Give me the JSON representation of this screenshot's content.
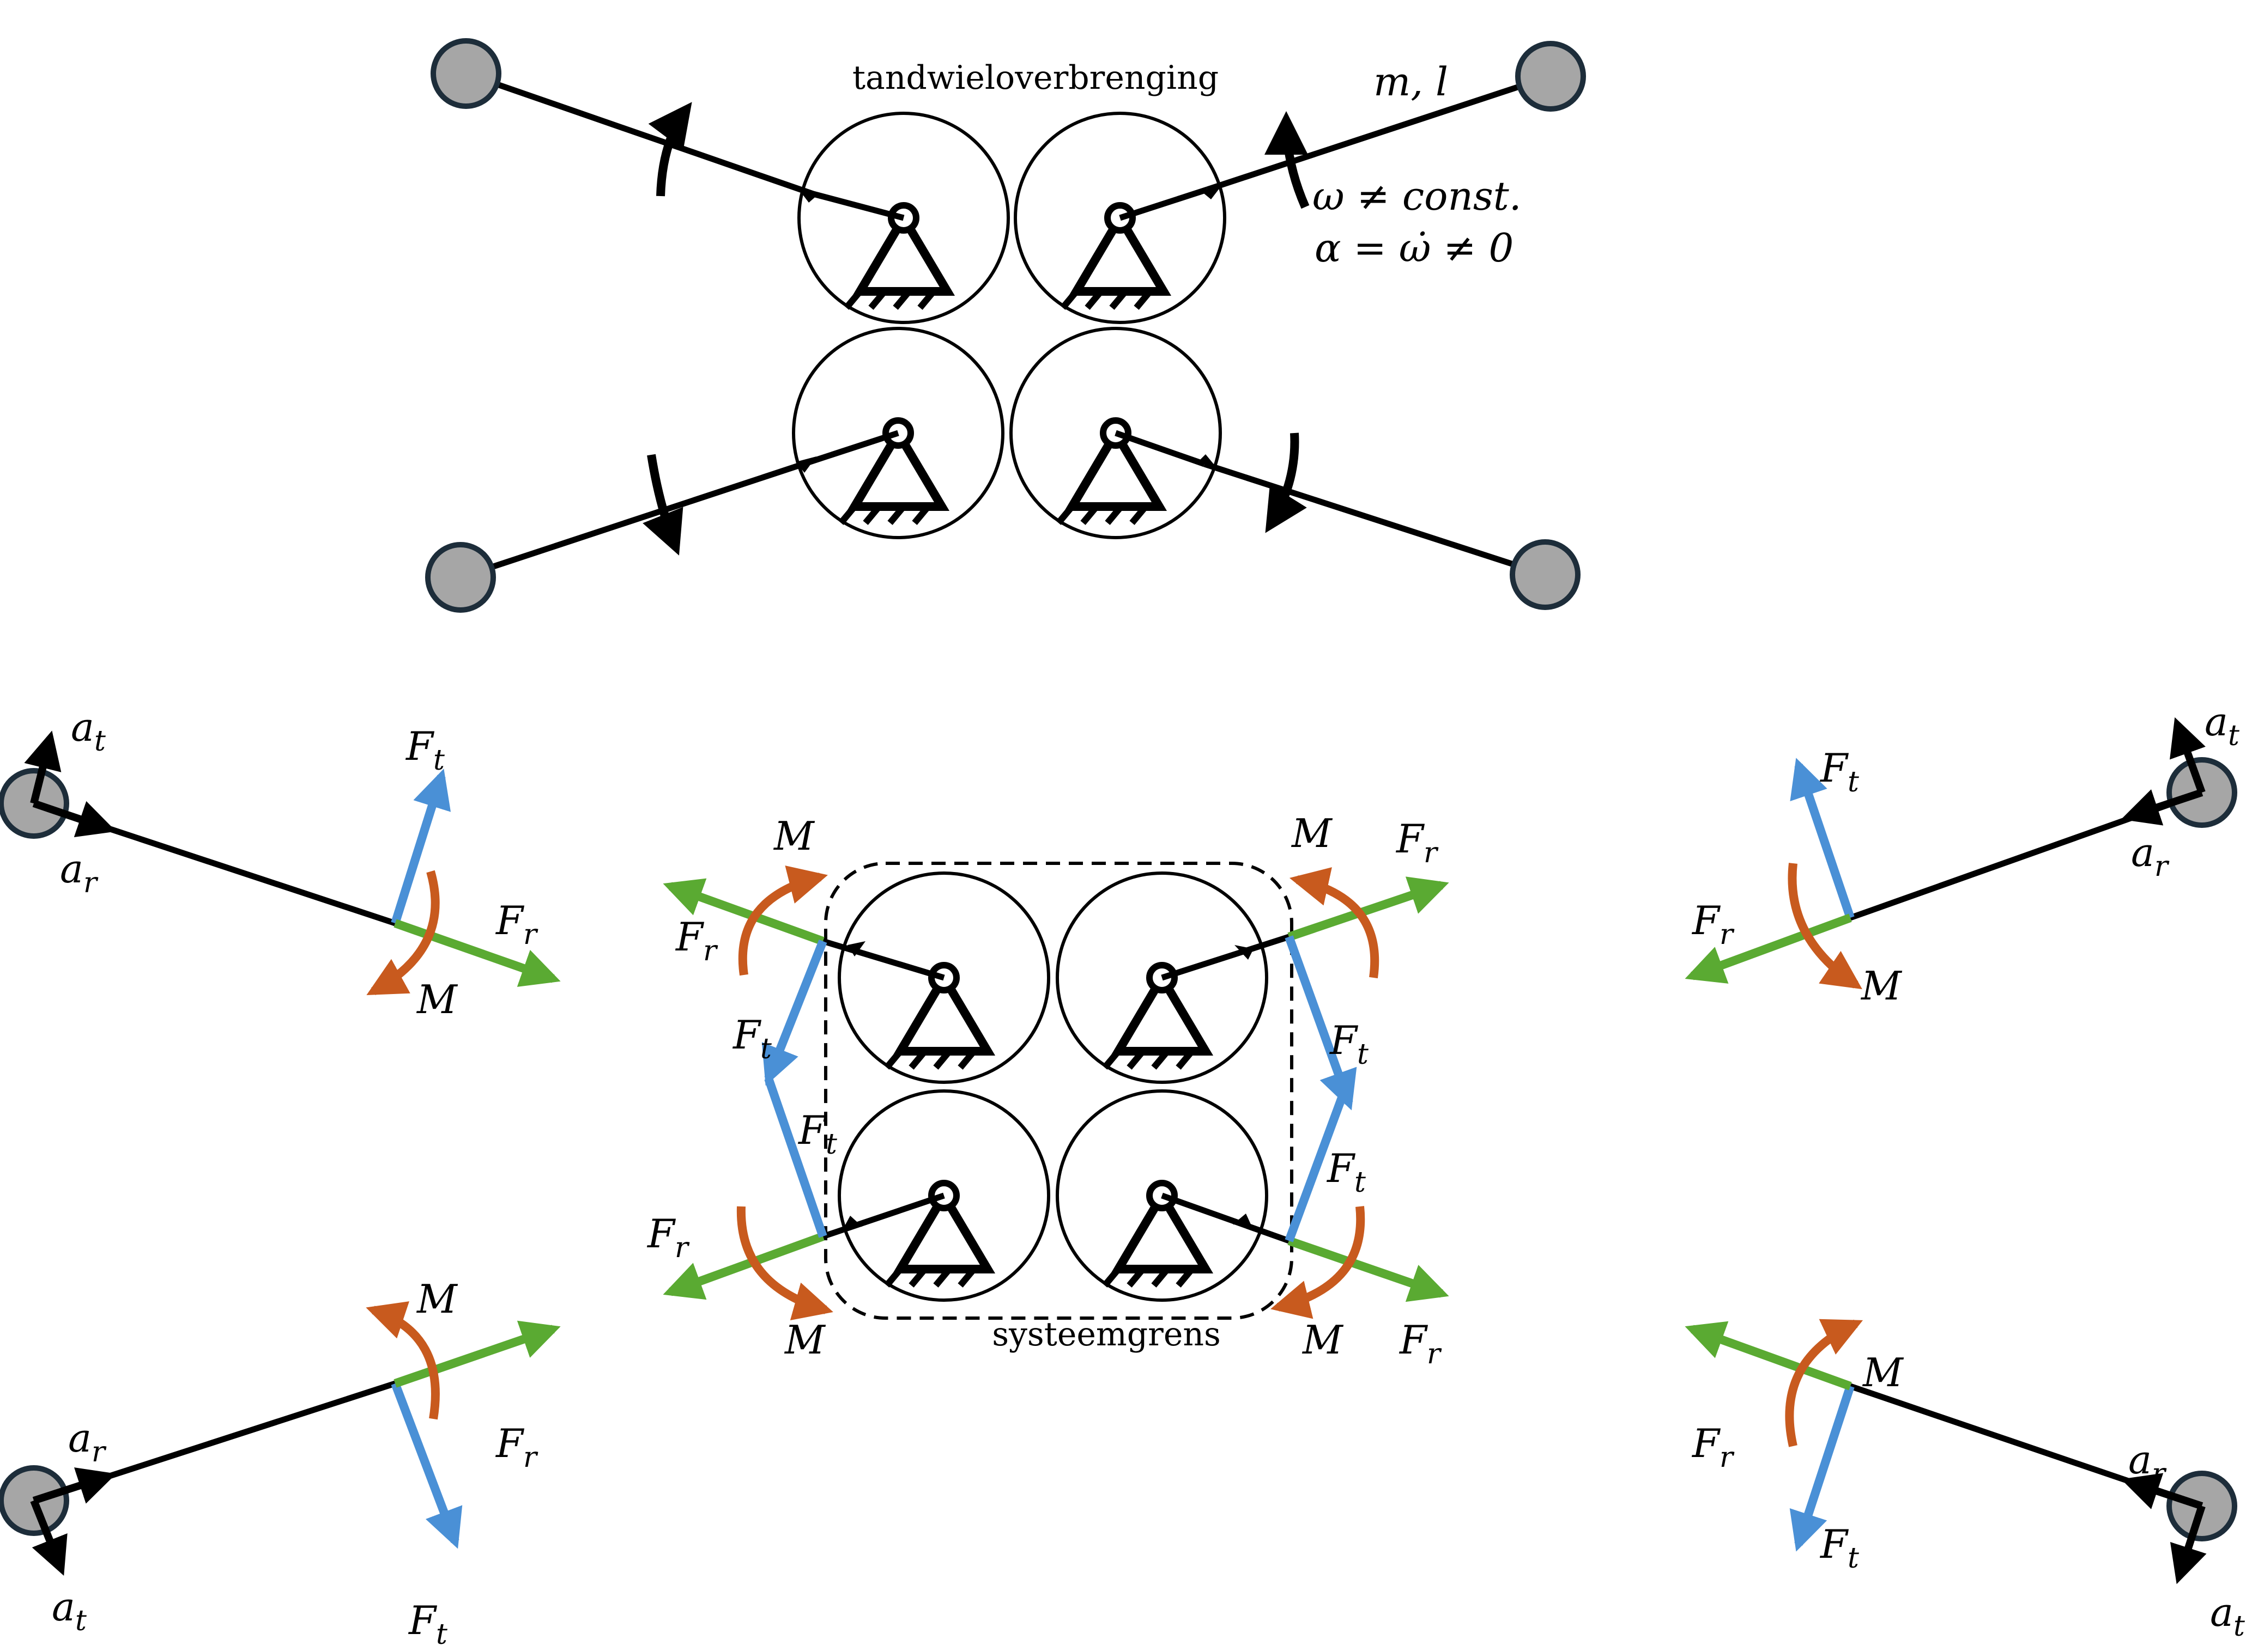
{
  "labels": {
    "title": "tandwieloverbrenging",
    "mass_length": "m, l",
    "omega_line": "ω ≠ const.",
    "alpha_line": "α = ω̇ ≠ 0",
    "system_boundary": "systeemgrens",
    "moment": "M",
    "force_symbol": "F",
    "tangential_sub": "t",
    "radial_sub": "r",
    "accel_symbol": "a"
  },
  "colors": {
    "radial_force": "#5aaa32",
    "tangential_force": "#4a90d6",
    "moment": "#c85a1e",
    "bob_fill": "#a6a6a6",
    "bob_stroke": "#1d2d3a",
    "line": "#000000"
  },
  "icons": [
    "pivot-support-icon",
    "gear-wheel-icon",
    "bob-mass-icon",
    "curved-arrow-icon"
  ]
}
